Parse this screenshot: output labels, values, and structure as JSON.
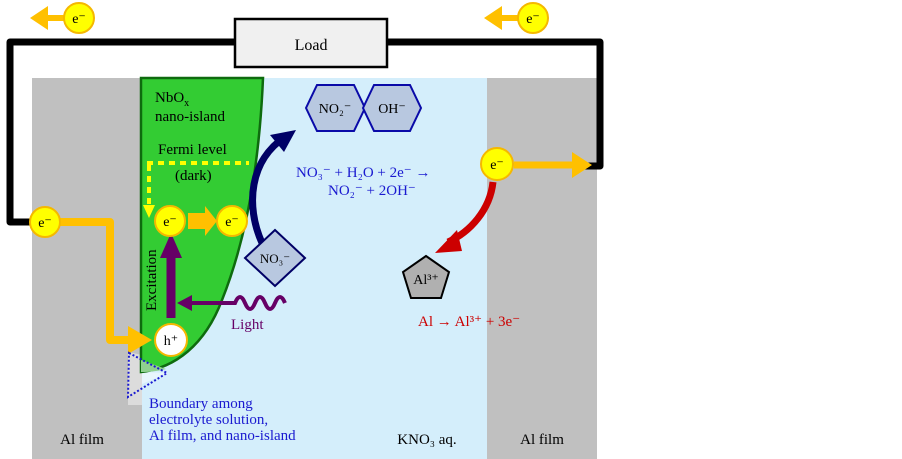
{
  "diagram": {
    "load_label": "Load",
    "regions": {
      "left_film_label": "Al film",
      "right_film_label": "Al film",
      "solution_label": "KNO₃ aq.",
      "island_label_line1": "NbO",
      "island_label_sub": "x",
      "island_label_line2": "nano-island"
    },
    "fermi": {
      "line1": "Fermi level",
      "line2": "(dark)"
    },
    "particles": {
      "electron": "e⁻",
      "hole": "h⁺"
    },
    "labels": {
      "excitation": "Excitation",
      "light": "Light",
      "boundary_line1": "Boundary among",
      "boundary_line2": "electrolyte solution,",
      "boundary_line3": "Al film, and nano-island"
    },
    "species": {
      "nitrite": "NO₂⁻",
      "hydroxide": "OH⁻",
      "nitrate": "NO₃⁻",
      "aluminum_ion": "Al³⁺"
    },
    "reactions": {
      "reduction_line1": "NO₃⁻ + H₂O + 2e⁻ →",
      "reduction_line2": "NO₂⁻ + 2OH⁻",
      "oxidation": "Al → Al³⁺ + 3e⁻"
    },
    "colors": {
      "al_film": "#c0c0c0",
      "solution": "#d4eefb",
      "island": "#33cc33",
      "island_edge": "#0e6b0e",
      "electron_fill": "#ffff00",
      "electron_edge": "#f5b800",
      "electron_flow": "#ffc000",
      "excitation": "#660066",
      "reduction_text": "#1a1ad0",
      "reduction_arrow": "#000066",
      "oxidation": "#cc0000",
      "fermi": "#ffff00",
      "species_fill": "#b8c8e0",
      "species_edge": "#0a0aa8",
      "wire": "#000000"
    }
  }
}
